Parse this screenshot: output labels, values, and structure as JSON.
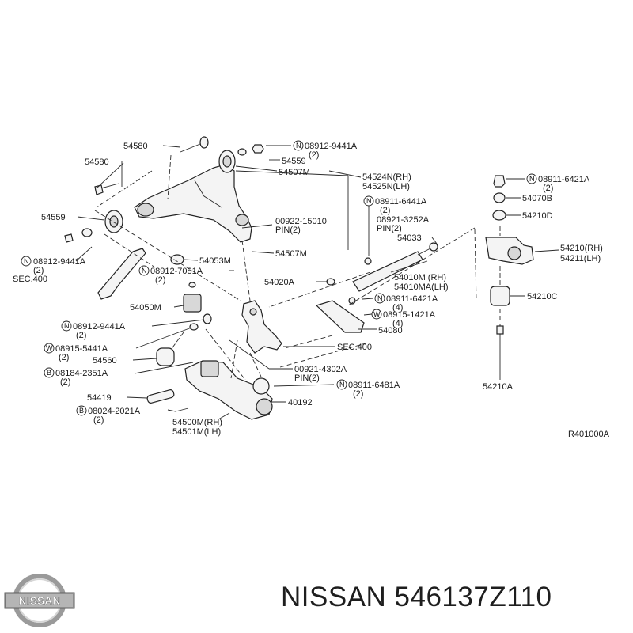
{
  "parts": {
    "p54580": "54580",
    "p54580b": "54580",
    "p08912_9441A_top": "08912-9441A",
    "p08912_9441A_top_q": "(2)",
    "p54559_top": "54559",
    "p54507M_top": "54507M",
    "p54524N": "54524N(RH)",
    "p54525N": "54525N(LH)",
    "p08911_6441A": "08911-6441A",
    "p08911_6441A_q": "(2)",
    "p08921_3252A": "08921-3252A",
    "p08921_pin": "PIN(2)",
    "p54559_left": "54559",
    "p00922": "00922-15010",
    "p00922_pin": "PIN(2)",
    "p54507M_mid": "54507M",
    "p08912_9441A_left": "08912-9441A",
    "p08912_9441A_left_q": "(2)",
    "sec400_left": "SEC.400",
    "p54053M": "54053M",
    "p08912_7081A": "08912-7081A",
    "p08912_7081A_q": "(2)",
    "p54033": "54033",
    "p54020A": "54020A",
    "p54010M": "54010M (RH)",
    "p54010MA": "54010MA(LH)",
    "p08911_6421A_mid": "08911-6421A",
    "p08911_6421A_mid_q": "(4)",
    "p54050M": "54050M",
    "p08915_1421A": "08915-1421A",
    "p08915_1421A_q": "(4)",
    "p54080": "54080",
    "p08912_9441A_low": "08912-9441A",
    "p08912_9441A_low_q": "(2)",
    "p08915_5441A": "08915-5441A",
    "p08915_5441A_q": "(2)",
    "sec400_mid": "SEC.400",
    "p54560": "54560",
    "p00921": "00921-4302A",
    "p00921_pin": "PIN(2)",
    "p08184": "08184-2351A",
    "p08184_q": "(2)",
    "p08911_6481A": "08911-6481A",
    "p08911_6481A_q": "(2)",
    "p54419": "54419",
    "p40192": "40192",
    "p08024": "08024-2021A",
    "p08024_q": "(2)",
    "p54500M": "54500M(RH)",
    "p54501M": "54501M(LH)",
    "p08911_6421A_right": "08911-6421A",
    "p08911_6421A_right_q": "(2)",
    "p54070B": "54070B",
    "p54210D": "54210D",
    "p54210_RH": "54210(RH)",
    "p54211_LH": "54211(LH)",
    "p54210C": "54210C",
    "p54210A": "54210A",
    "ref": "R401000A"
  },
  "prefix": {
    "N": "N",
    "W": "W",
    "B": "B"
  },
  "footer": {
    "brand": "NISSAN",
    "title": "NISSAN 546137Z110"
  }
}
